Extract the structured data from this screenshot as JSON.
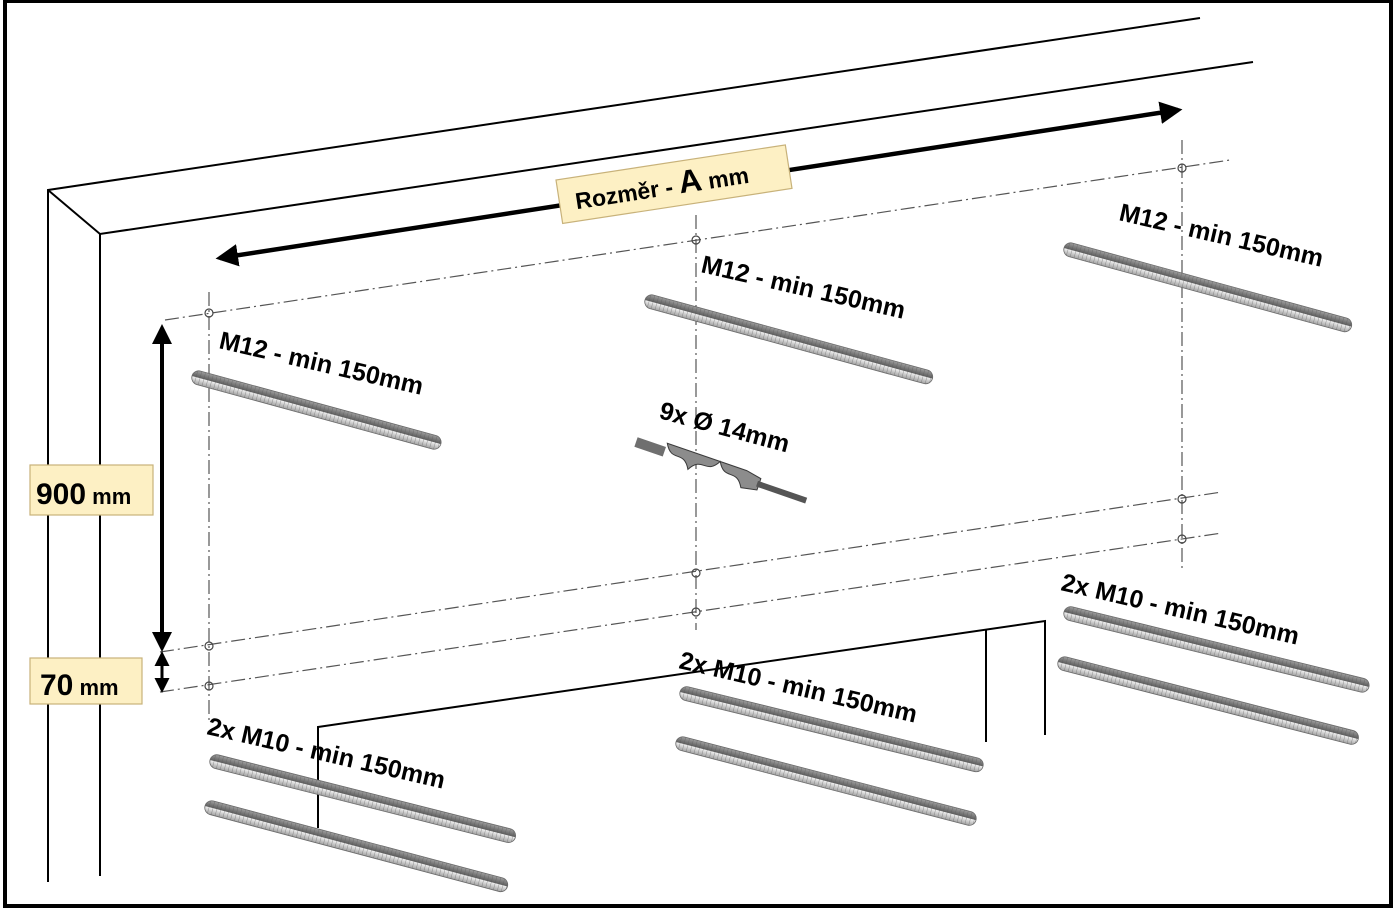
{
  "dimensions": {
    "width_label": {
      "prefix": "Rozměr - ",
      "symbol": "A",
      "unit": " mm"
    },
    "height_label": {
      "value": "900",
      "unit": " mm"
    },
    "offset_label": {
      "value": "70",
      "unit": " mm"
    }
  },
  "anchors": {
    "top_left": "M12 - min 150mm",
    "top_middle": "M12 - min 150mm",
    "top_right": "M12 - min 150mm",
    "bottom_left": "2x M10 - min 150mm",
    "bottom_middle": "2x M10 - min 150mm",
    "bottom_right": "2x M10 - min 150mm"
  },
  "drill": {
    "label": "9x Ø 14mm"
  },
  "colors": {
    "label_fill": "#fdf0c4",
    "label_stroke": "#c8b27a",
    "line": "#000000",
    "centerline": "#555555"
  }
}
